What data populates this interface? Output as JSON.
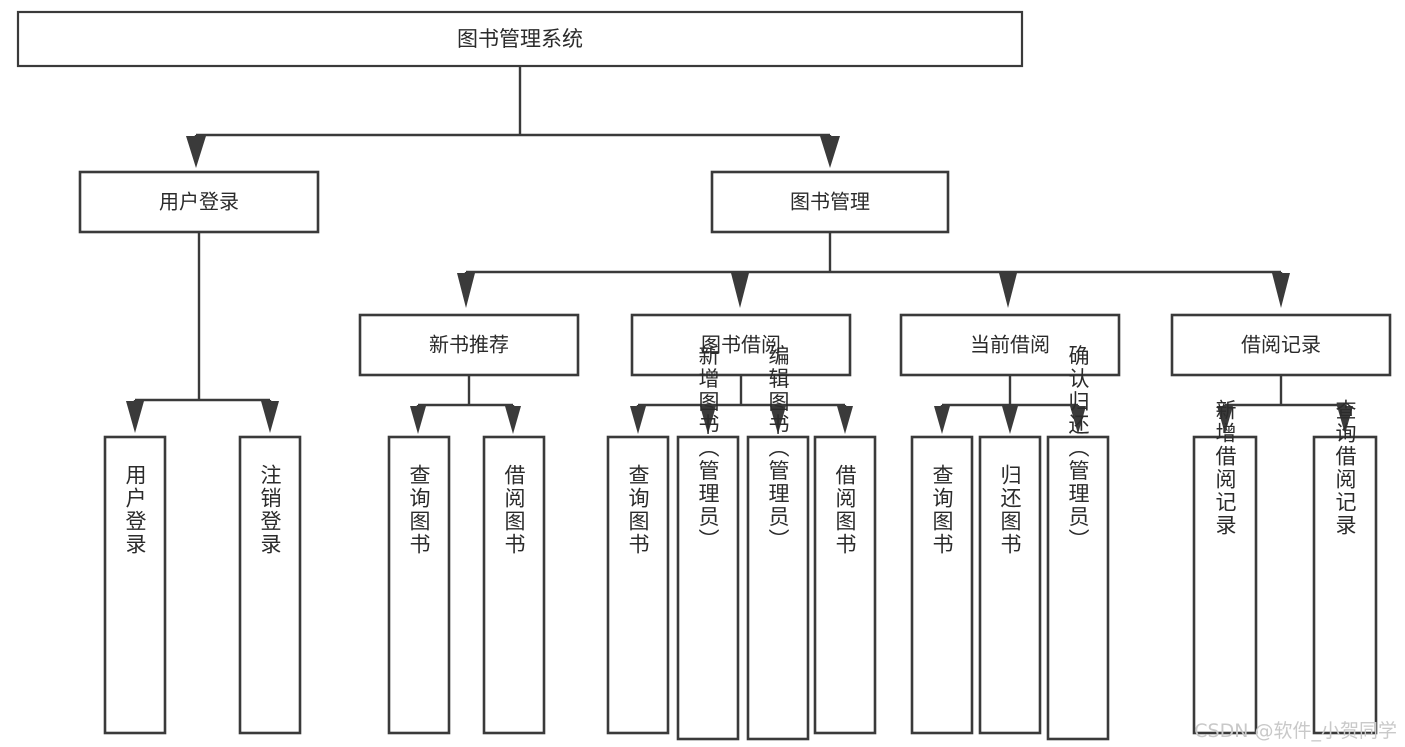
{
  "diagram": {
    "type": "tree-flowchart",
    "title_node": {
      "id": "root",
      "label": "图书管理系统"
    },
    "level2": [
      {
        "id": "user-login",
        "label": "用户登录"
      },
      {
        "id": "book-manage",
        "label": "图书管理"
      }
    ],
    "level3": [
      {
        "id": "new-book-rec",
        "label": "新书推荐",
        "parent": "book-manage"
      },
      {
        "id": "book-borrow",
        "label": "图书借阅",
        "parent": "book-manage"
      },
      {
        "id": "current-borrow",
        "label": "当前借阅",
        "parent": "book-manage"
      },
      {
        "id": "borrow-record",
        "label": "借阅记录",
        "parent": "book-manage"
      }
    ],
    "leaves": [
      {
        "id": "leaf-user-login",
        "label": "用户登录",
        "parent": "user-login"
      },
      {
        "id": "leaf-logout",
        "label": "注销登录",
        "parent": "user-login"
      },
      {
        "id": "leaf-query-book-1",
        "label": "查询图书",
        "parent": "new-book-rec"
      },
      {
        "id": "leaf-borrow-book-1",
        "label": "借阅图书",
        "parent": "new-book-rec"
      },
      {
        "id": "leaf-query-book-2",
        "label": "查询图书",
        "parent": "book-borrow"
      },
      {
        "id": "leaf-add-book",
        "label": "新增图书（管理员）",
        "parent": "book-borrow"
      },
      {
        "id": "leaf-edit-book",
        "label": "编辑图书（管理员）",
        "parent": "book-borrow"
      },
      {
        "id": "leaf-borrow-book-2",
        "label": "借阅图书",
        "parent": "book-borrow"
      },
      {
        "id": "leaf-query-book-3",
        "label": "查询图书",
        "parent": "current-borrow"
      },
      {
        "id": "leaf-return-book",
        "label": "归还图书",
        "parent": "current-borrow"
      },
      {
        "id": "leaf-confirm-return",
        "label": "确认归还（管理员）",
        "parent": "current-borrow"
      },
      {
        "id": "leaf-add-record",
        "label": "新增借阅记录",
        "parent": "borrow-record"
      },
      {
        "id": "leaf-query-record",
        "label": "查询借阅记录",
        "parent": "borrow-record"
      }
    ],
    "colors": {
      "stroke": "#3a3a3a",
      "fill": "#ffffff",
      "text": "#2b2b2b",
      "background": "#ffffff",
      "watermark": "#c9c9c9"
    }
  },
  "watermark": {
    "text": "CSDN @软件_小贺同学"
  }
}
